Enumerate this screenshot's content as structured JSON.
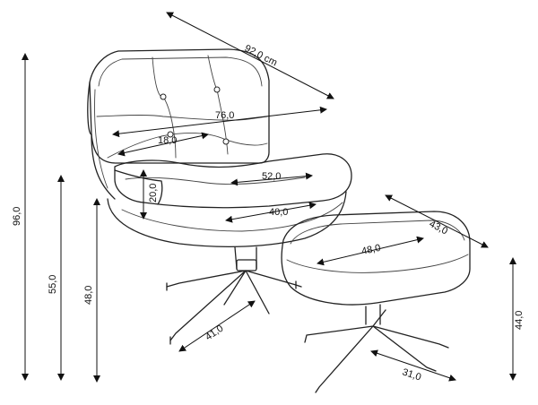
{
  "dimensions": {
    "overall_width": "92,0 cm",
    "seat_width": "76,0",
    "armrest_depth": "18,0",
    "seat_depth": "52,0",
    "armrest_height": "20,0",
    "seat_front_width": "40,0",
    "overall_height": "96,0",
    "seat_height_top": "55,0",
    "seat_height": "48,0",
    "base_radius": "41,0",
    "ottoman_depth": "43,0",
    "ottoman_top": "48,0",
    "ottoman_height": "44,0",
    "ottoman_base": "31,0"
  },
  "colors": {
    "line": "#222222",
    "background": "#ffffff"
  }
}
